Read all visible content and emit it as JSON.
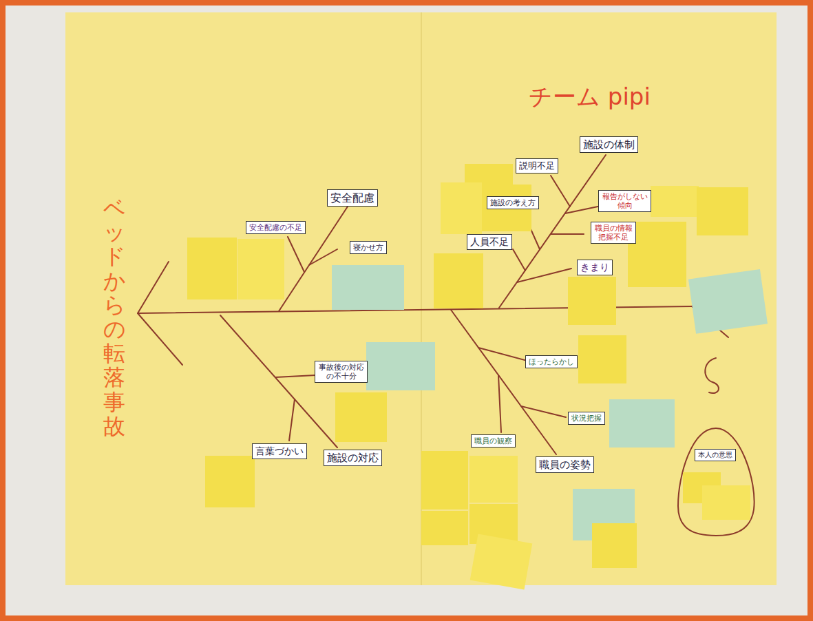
{
  "diagram": {
    "title": "ベッドからの転落事故",
    "nodes": [
      {
        "text": [
          "施設の体制"
        ]
      },
      {
        "text": [
          "説明不足"
        ]
      },
      {
        "text": [
          "施設の考え方"
        ]
      },
      {
        "text": [
          "安全配慮"
        ]
      },
      {
        "text": [
          "報告がしない傾向"
        ]
      },
      {
        "text": [
          "安全配慮の不足"
        ]
      },
      {
        "text": [
          "職員の情報把握不足"
        ]
      },
      {
        "text": [
          "人員不足"
        ]
      },
      {
        "text": [
          "寝かせ方"
        ]
      },
      {
        "text": [
          "きまり"
        ]
      },
      {
        "text": [
          "ほったらかし"
        ]
      },
      {
        "text": [
          "事故後の対応の不十分"
        ]
      },
      {
        "text": [
          "状況把握"
        ]
      },
      {
        "text": [
          "職員の観察"
        ]
      },
      {
        "text": [
          "言葉づかい"
        ]
      },
      {
        "text": [
          "施設の対応"
        ]
      },
      {
        "text": [
          "職員の姿勢"
        ]
      },
      {
        "text": [
          "本人の意思"
        ]
      }
    ],
    "labels": [
      "チーム pipi"
    ]
  }
}
